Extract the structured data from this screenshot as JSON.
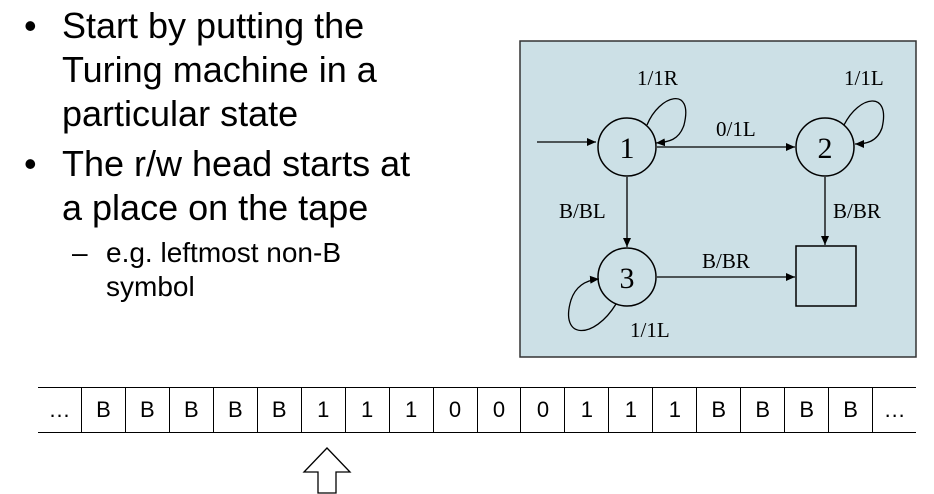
{
  "bullets": [
    {
      "text": "Start by putting the\nTuring machine in a\nparticular state"
    },
    {
      "text": "The r/w head starts at\na place on the tape"
    }
  ],
  "sub_bullet": {
    "text": "e.g. leftmost non-B\nsymbol"
  },
  "diagram": {
    "states": [
      {
        "id": "s1",
        "label": "1"
      },
      {
        "id": "s2",
        "label": "2"
      },
      {
        "id": "s3",
        "label": "3"
      }
    ],
    "transitions": [
      {
        "from": "1",
        "to": "1",
        "label": "1/1R"
      },
      {
        "from": "2",
        "to": "2",
        "label": "1/1L"
      },
      {
        "from": "1",
        "to": "2",
        "label": "0/1L"
      },
      {
        "from": "1",
        "to": "3",
        "label": "B/BL"
      },
      {
        "from": "2",
        "to": "halt",
        "label": "B/BR"
      },
      {
        "from": "3",
        "to": "halt",
        "label": "B/BR"
      },
      {
        "from": "3",
        "to": "3",
        "label": "1/1L"
      }
    ],
    "colors": {
      "background": "#cce0e6",
      "border": "#333333"
    }
  },
  "tape": [
    "…",
    "B",
    "B",
    "B",
    "B",
    "B",
    "1",
    "1",
    "1",
    "0",
    "0",
    "0",
    "1",
    "1",
    "1",
    "B",
    "B",
    "B",
    "B",
    "…"
  ]
}
